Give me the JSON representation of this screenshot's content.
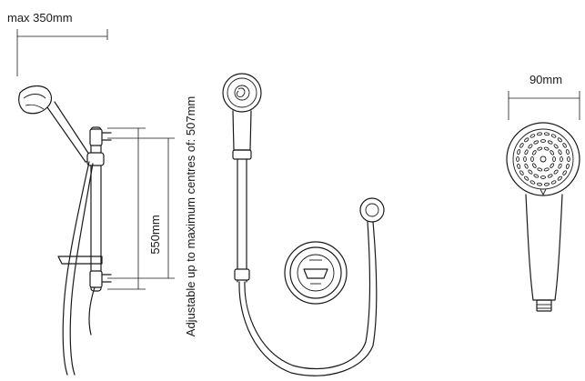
{
  "dimensions": {
    "max_width": "max 350mm",
    "rail_length": "550mm",
    "adjustable": "Adjustable up to maximum centres of: 507mm",
    "head_diameter": "90mm"
  }
}
